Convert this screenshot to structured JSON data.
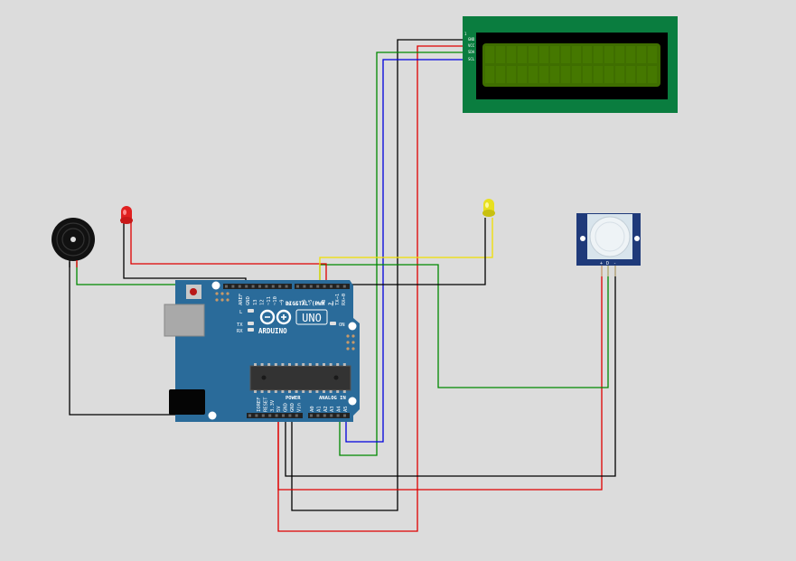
{
  "board": {
    "logo_text": "UNO",
    "brand": "ARDUINO",
    "digital_label": "DIGITAL (PWM ~)",
    "power_label": "POWER",
    "analog_label": "ANALOG IN",
    "on_label": "ON",
    "l_label": "L",
    "tx_label": "TX",
    "rx_label": "RX",
    "aref": "AREF",
    "gnd": "GND",
    "digital_pins": [
      "13",
      "12",
      "~11",
      "~10",
      "~9",
      "8",
      "7",
      "~6",
      "~5",
      "4",
      "~3",
      "2",
      "TX→1",
      "RX←0"
    ],
    "power_pins": [
      "IOREF",
      "RESET",
      "3.3V",
      "5V",
      "GND",
      "GND",
      "Vin"
    ],
    "analog_pins": [
      "A0",
      "A1",
      "A2",
      "A3",
      "A4",
      "A5"
    ]
  },
  "lcd": {
    "pins": [
      "GND",
      "VCC",
      "SDA",
      "SCL"
    ],
    "marker": "1"
  },
  "pir": {
    "pins": [
      "+",
      "D",
      "-"
    ]
  },
  "colors": {
    "background": "#dcdcdc",
    "board": "#2a6b9a",
    "lcd_frame": "#0a7d3f",
    "lcd_screen": "#3f6e00",
    "pir_board": "#1f3a7a",
    "wire_black": "#000000",
    "wire_red": "#e00000",
    "wire_green": "#008800",
    "wire_blue": "#0000dd",
    "wire_yellow": "#f0e000",
    "led_red": "#e02020",
    "led_yellow": "#e8e020"
  }
}
